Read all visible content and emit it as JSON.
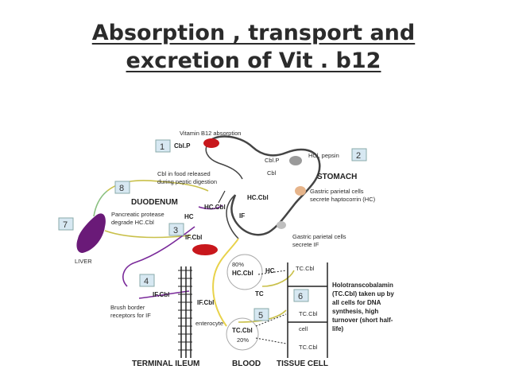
{
  "title": {
    "line1": "Absorption , transport and",
    "line2": "excretion of Vit . b12"
  },
  "diagram": {
    "heading": "Vitamin B12 absorption",
    "steps": [
      "1",
      "2",
      "3",
      "4",
      "5",
      "6",
      "7",
      "8"
    ],
    "labels": {
      "cbl_p": "Cbl.P",
      "cbl_p_small": "Cbl.P",
      "cbl": "Cbl",
      "hcl_pepsin": "HCl, pepsin",
      "stomach": "STOMACH",
      "food_line1": "Cbl in food released",
      "food_line2": "during peptic digestion",
      "hc_cbl_stomach": "HC.Cbl",
      "parietal_hc_line1": "Gastric parietal cells",
      "parietal_hc_line2": "secrete haptocorrin (HC)",
      "duodenum": "DUODENUM",
      "hc_cbl_duo": "HC.Cbl",
      "hc": "HC",
      "if_duo": "IF",
      "protease_line1": "Pancreatic protease",
      "protease_line2": "degrade HC.Cbl",
      "if_cbl_duo": "IF.Cbl",
      "parietal_if_line1": "Gastric parietal cells",
      "parietal_if_line2": "secrete IF",
      "liver": "LIVER",
      "if_cbl_ileum": "IF.Cbl",
      "if_cbl_enterocyte": "IF.Cbl",
      "brush_line1": "Brush border",
      "brush_line2": "receptors for IF",
      "enterocyte": "enterocyte",
      "pct80": "80%",
      "hc_cbl_blood": "HC.Cbl",
      "hc_blood": "HC",
      "tc": "TC",
      "tc_cbl_blood": "TC.Cbl",
      "pct20": "20%",
      "tc_cbl_1": "TC.Cbl",
      "tc_cbl_2": "TC.Cbl",
      "cell": "cell",
      "tc_cbl_3": "TC.Cbl",
      "holo_1": "Holotranscobalamin",
      "holo_2": "(TC.Cbl) taken up by",
      "holo_3": "all cells for DNA",
      "holo_4": "synthesis, high",
      "holo_5": "turnover (short half-",
      "holo_6": "life)",
      "terminal_ileum": "TERMINAL ILEUM",
      "blood": "BLOOD",
      "tissue_cell": "TISSUE CELL"
    }
  },
  "colors": {
    "title_text": "#2b2b2b",
    "liver": "#6a1a78",
    "red_bolus": "#c8171c",
    "step_box": "#d7e8f2",
    "stomach_outline": "#444444",
    "yellow_flow": "#e8d24a",
    "purple_flow": "#7a2a9a"
  },
  "icons": [
    "liver-icon",
    "stomach-outline-icon",
    "red-bolus-icon",
    "gastric-cell-icon",
    "villi-icon"
  ]
}
